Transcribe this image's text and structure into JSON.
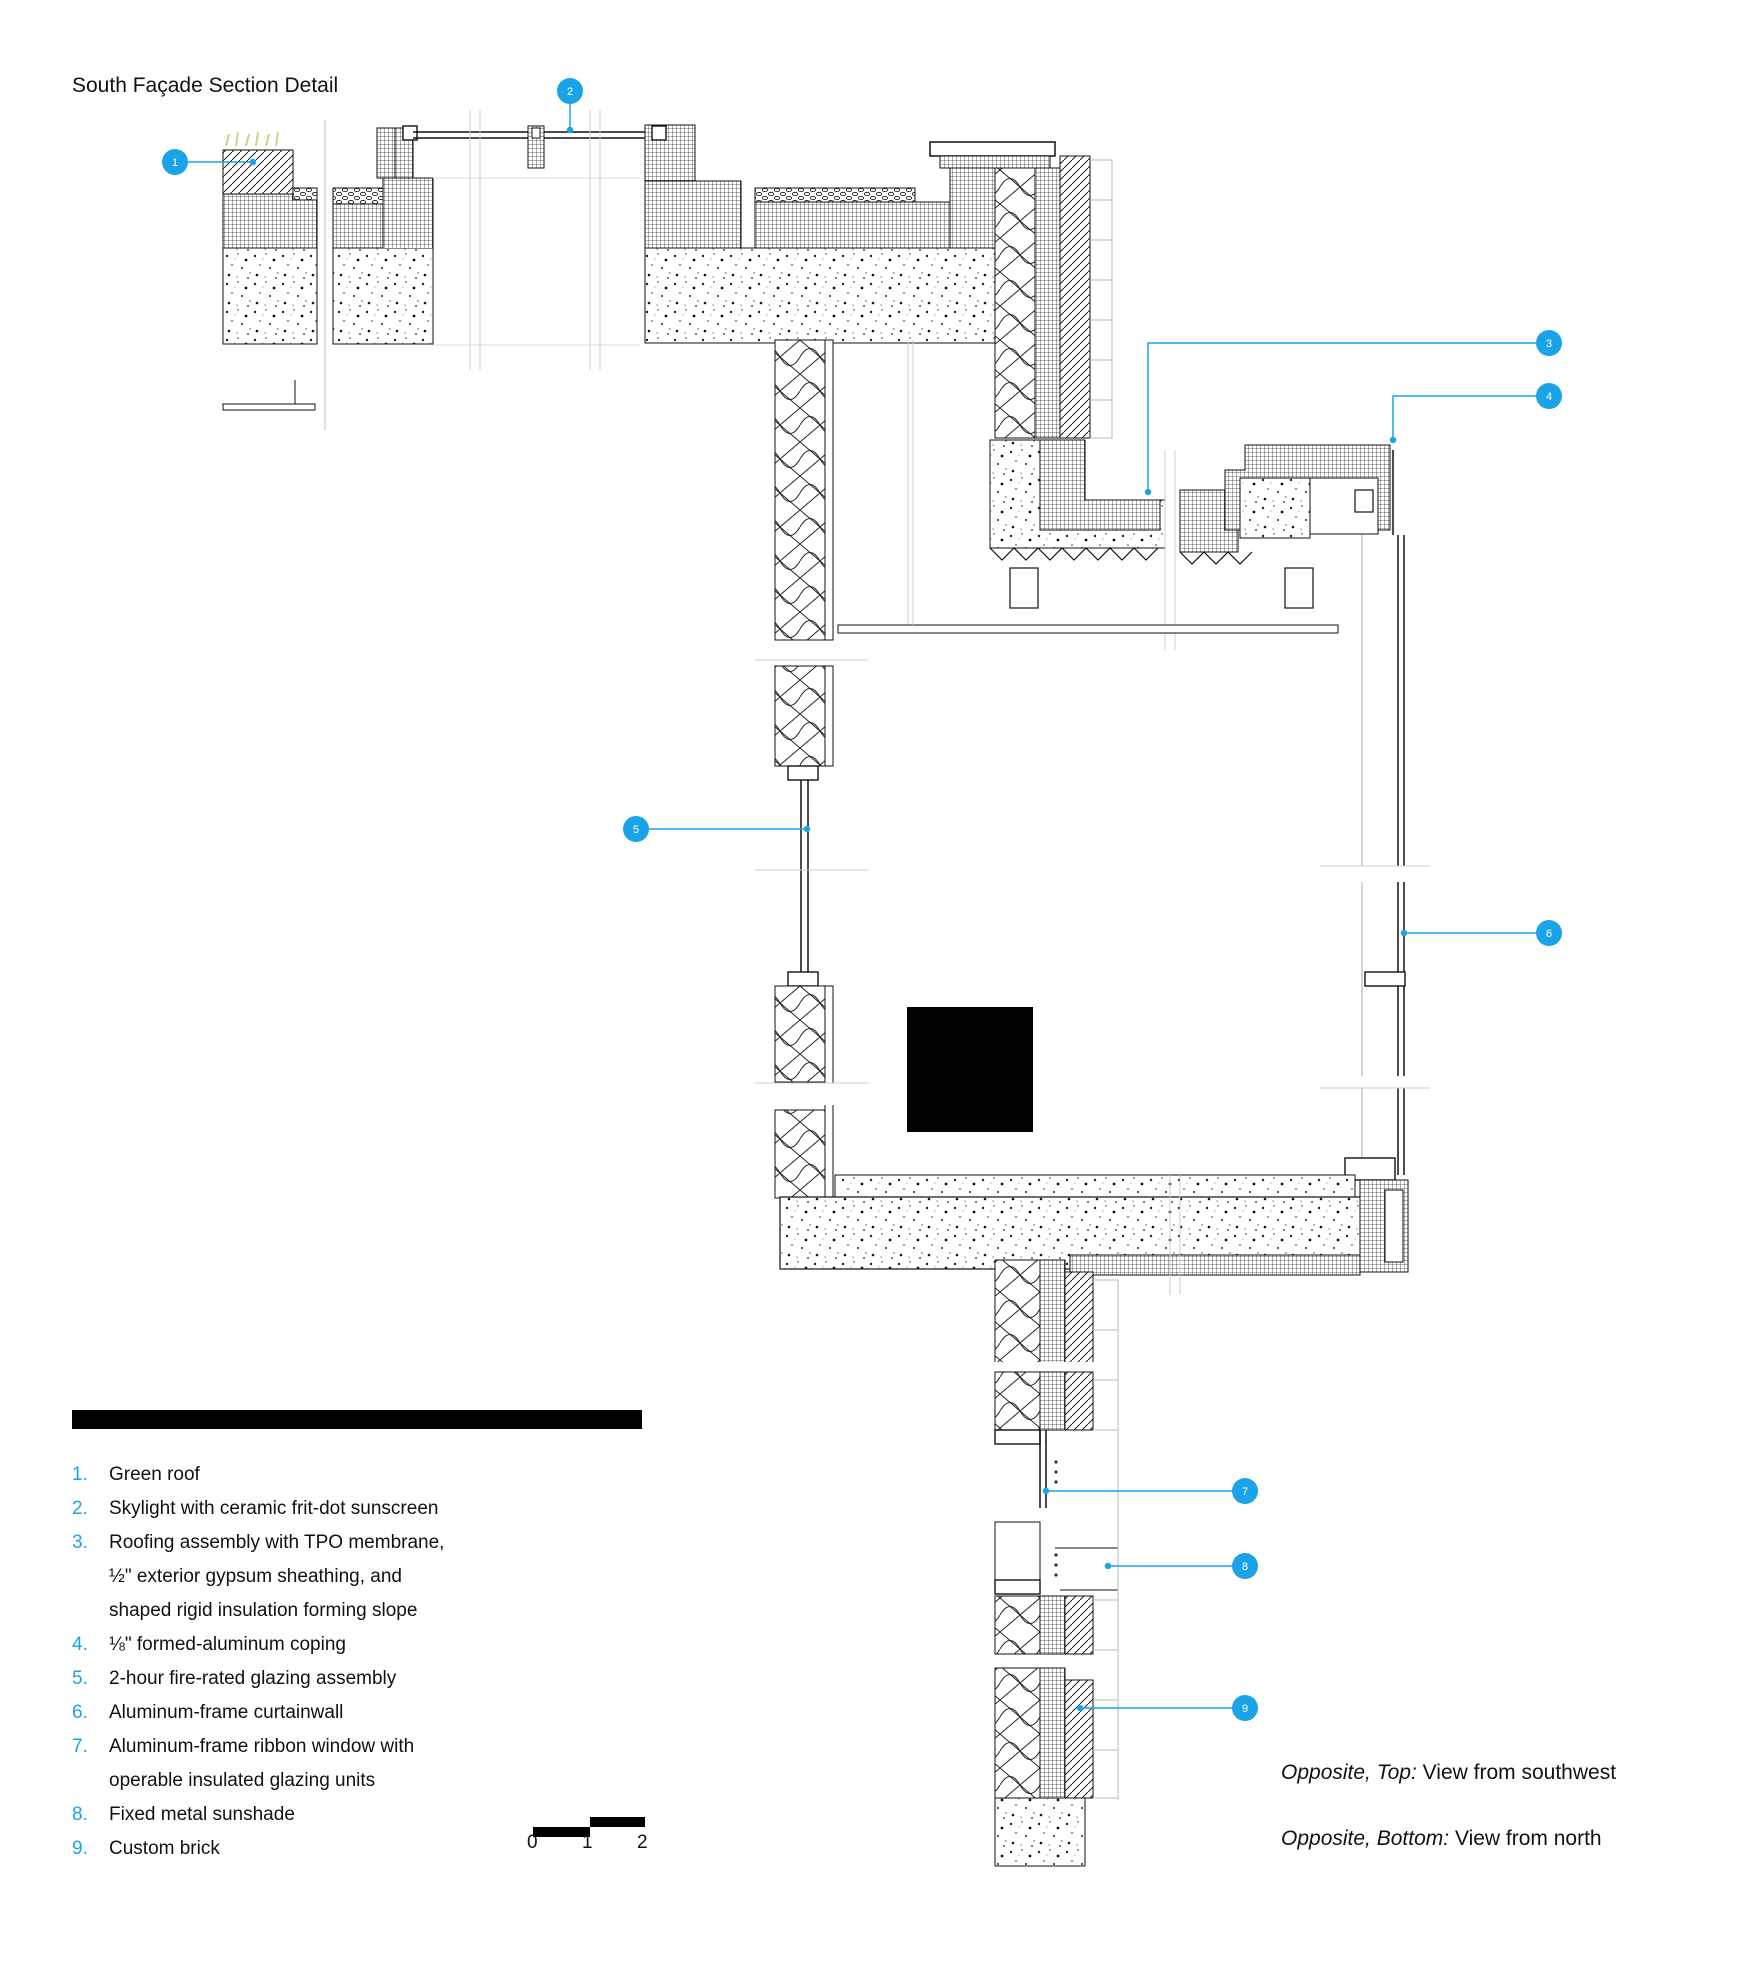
{
  "title": "South Façade Section Detail",
  "legend": [
    {
      "num": "1.",
      "lines": [
        "Green roof"
      ]
    },
    {
      "num": "2.",
      "lines": [
        "Skylight with ceramic frit-dot sunscreen"
      ]
    },
    {
      "num": "3.",
      "lines": [
        "Roofing assembly with TPO membrane,",
        "½\" exterior gypsum sheathing, and",
        "shaped rigid insulation forming slope"
      ]
    },
    {
      "num": "4.",
      "lines": [
        "⅛\" formed-aluminum coping"
      ]
    },
    {
      "num": "5.",
      "lines": [
        "2-hour fire-rated glazing assembly"
      ]
    },
    {
      "num": "6.",
      "lines": [
        "Aluminum-frame curtainwall"
      ]
    },
    {
      "num": "7.",
      "lines": [
        "Aluminum-frame ribbon window with",
        "operable insulated glazing units"
      ]
    },
    {
      "num": "8.",
      "lines": [
        "Fixed metal sunshade"
      ]
    },
    {
      "num": "9.",
      "lines": [
        "Custom brick"
      ]
    }
  ],
  "scale": {
    "labels": [
      "0",
      "1",
      "2"
    ]
  },
  "captions": [
    {
      "label": "Opposite, Top:",
      "text": "View from southwest"
    },
    {
      "label": "Opposite, Bottom:",
      "text": "View from north"
    }
  ],
  "callouts": [
    "1",
    "2",
    "3",
    "4",
    "5",
    "6",
    "7",
    "8",
    "9"
  ],
  "colors": {
    "accent": "#1ba3e8",
    "line": "#111111",
    "fill_black": "#000000"
  }
}
